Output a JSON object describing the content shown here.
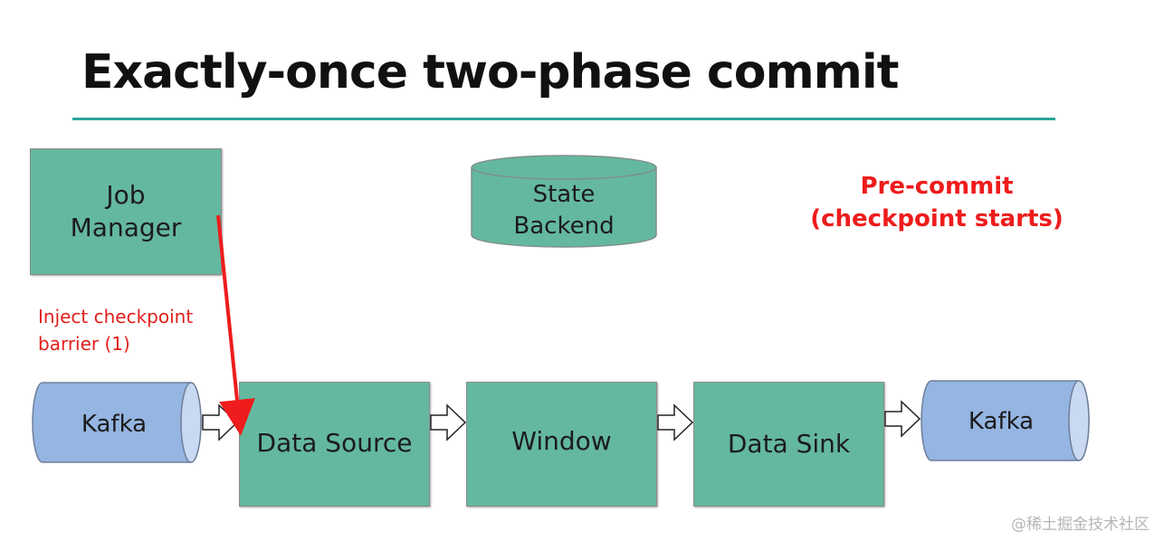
{
  "title": "Exactly-once two-phase commit",
  "job_manager": {
    "line1": "Job",
    "line2": "Manager"
  },
  "state_backend": {
    "line1": "State",
    "line2": "Backend"
  },
  "inject_label": {
    "line1": "Inject checkpoint",
    "line2": "barrier (1)"
  },
  "pre_commit": {
    "line1": "Pre-commit",
    "line2": "(checkpoint starts)"
  },
  "kafka_source": "Kafka",
  "kafka_sink": "Kafka",
  "data_source": "Data Source",
  "window": "Window",
  "data_sink": "Data Sink",
  "watermark": "@稀土掘金技术社区",
  "colors": {
    "operator_fill": "#64b8a0",
    "kafka_fill": "#95b5e2",
    "accent_rule": "#2aa49a",
    "barrier_arrow": "#ee1c1c"
  }
}
